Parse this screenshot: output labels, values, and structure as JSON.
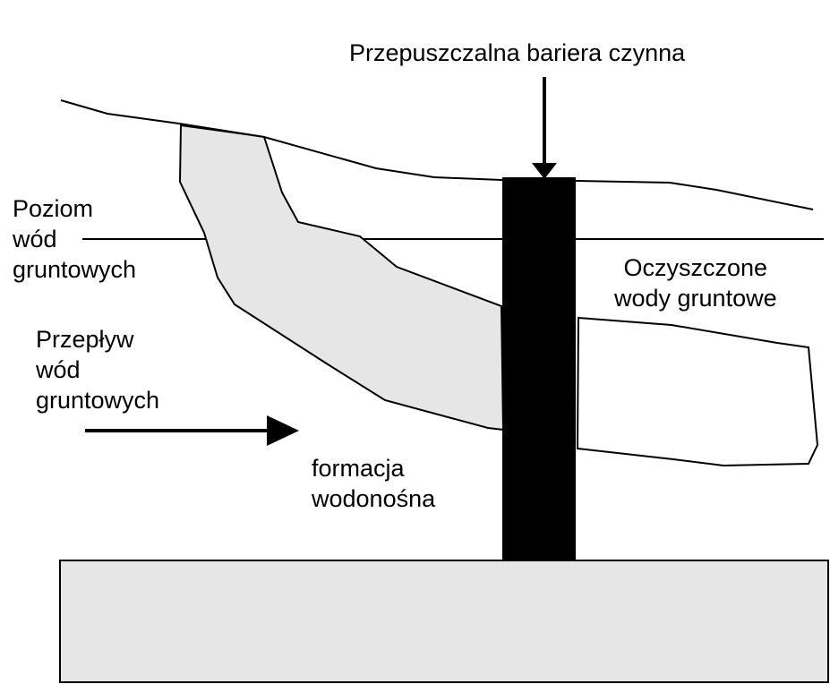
{
  "labels": {
    "barrier": "Przepuszczalna bariera czynna",
    "water_table": [
      "Poziom",
      "wód",
      "gruntowych"
    ],
    "groundwater_flow": [
      "Przepływ",
      "wód",
      "gruntowych"
    ],
    "aquifer": [
      "formacja",
      "wodonośna"
    ],
    "cleaned_water": [
      "Oczyszczone",
      "wody gruntowe"
    ]
  },
  "colors": {
    "line": "#000000",
    "contaminant_plume": "#e6e6e6",
    "bedrock": "#e6e6e6",
    "barrier": "#000000",
    "background": "#ffffff"
  }
}
